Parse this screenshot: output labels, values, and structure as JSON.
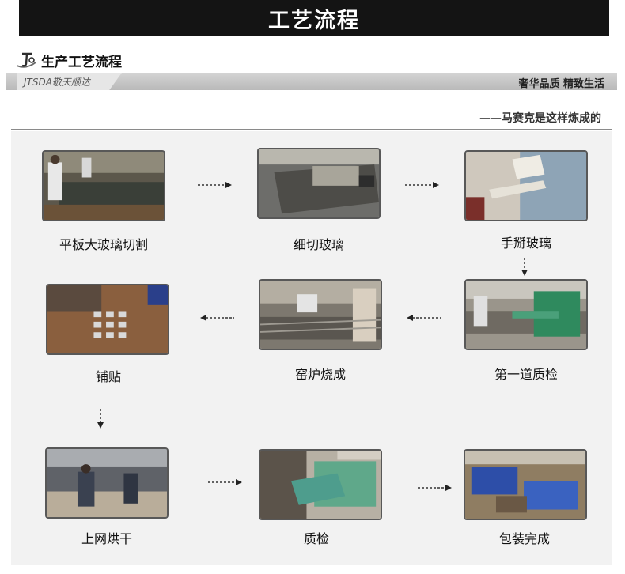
{
  "banner": {
    "title": "工艺流程"
  },
  "header": {
    "logo_icon": "jtsda-logo-icon",
    "section_title": "生产工艺流程",
    "brand_name": "JTSDA敬天顺达",
    "slogan": "奢华品质  精致生活",
    "tagline": "——马赛克是这样炼成的"
  },
  "steps": [
    {
      "label": "平板大玻璃切割",
      "photo": "factory workers cutting large flat glass sheet"
    },
    {
      "label": "细切玻璃",
      "photo": "glass slicing machine"
    },
    {
      "label": "手掰玻璃",
      "photo": "gloved hands breaking glass strips"
    },
    {
      "label": "第一道质检",
      "photo": "workers inspecting glass on roller line"
    },
    {
      "label": "窑炉烧成",
      "photo": "kiln firing rollers"
    },
    {
      "label": "铺贴",
      "photo": "hands laying mosaic tiles on board"
    },
    {
      "label": "上网烘干",
      "photo": "workers drying mesh-backed sheets"
    },
    {
      "label": "质检",
      "photo": "worker checking mosaic sheets"
    },
    {
      "label": "包装完成",
      "photo": "packing finished blue mosaic sheets"
    }
  ],
  "colors": {
    "banner_bg": "#141414",
    "panel_bg": "#f2f2f2",
    "frame": "#585858"
  }
}
